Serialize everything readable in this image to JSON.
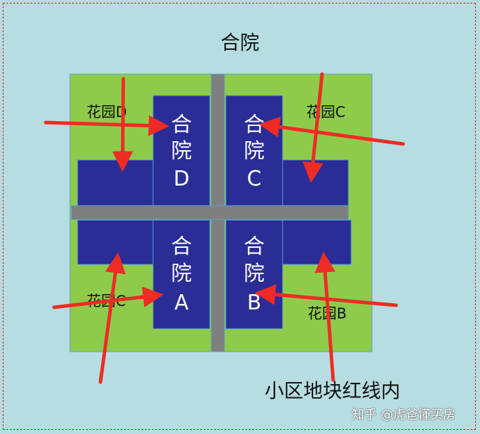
{
  "title": "合院",
  "courtyards": {
    "d": {
      "char1": "合",
      "char2": "院",
      "letter": "D"
    },
    "c": {
      "char1": "合",
      "char2": "院",
      "letter": "C"
    },
    "a": {
      "char1": "合",
      "char2": "院",
      "letter": "A"
    },
    "b": {
      "char1": "合",
      "char2": "院",
      "letter": "B"
    }
  },
  "gardens": {
    "top_left": "花园D",
    "top_right": "花园C",
    "bottom_left": "花园C",
    "bottom_right": "花园B"
  },
  "boundary_label": "小区地块红线内",
  "watermark": "知乎 @虎爸懂买房",
  "colors": {
    "background": "#b6dde1",
    "lawn": "#8ecb4b",
    "building": "#2a2d96",
    "road": "#7f7f7f",
    "arrow": "#ee2b24"
  }
}
